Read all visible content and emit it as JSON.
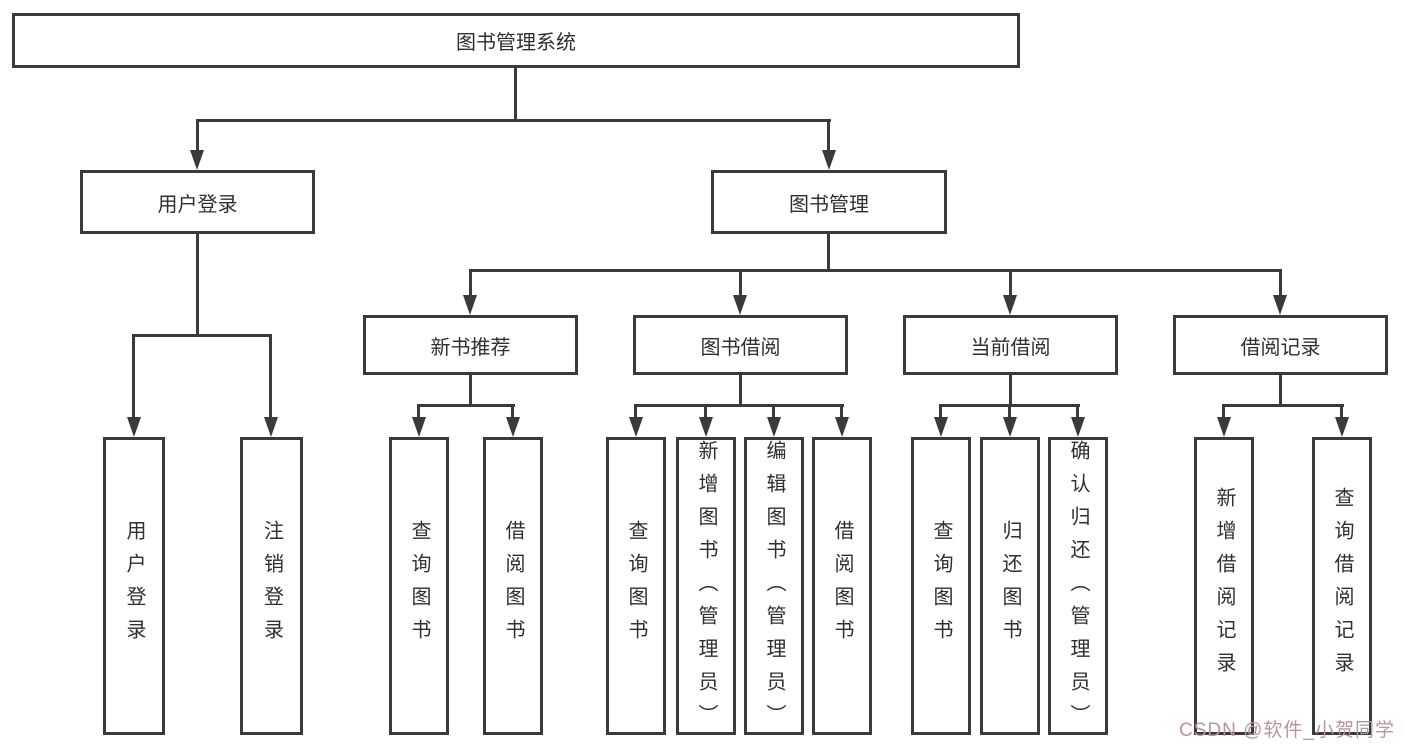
{
  "colors": {
    "line": "#3a3a3a",
    "text": "#2f2f2f",
    "watermark": "#b7969b",
    "background": "#ffffff"
  },
  "tree": {
    "root": {
      "label": "图书管理系统"
    },
    "level2": [
      {
        "label": "用户登录",
        "children": [
          {
            "label": "用户登录"
          },
          {
            "label": "注销登录"
          }
        ]
      },
      {
        "label": "图书管理",
        "children": [
          {
            "label": "新书推荐",
            "children": [
              {
                "label": "查询图书"
              },
              {
                "label": "借阅图书"
              }
            ]
          },
          {
            "label": "图书借阅",
            "children": [
              {
                "label": "查询图书"
              },
              {
                "label": "新增图书（管理员）"
              },
              {
                "label": "编辑图书（管理员）"
              },
              {
                "label": "借阅图书"
              }
            ]
          },
          {
            "label": "当前借阅",
            "children": [
              {
                "label": "查询图书"
              },
              {
                "label": "归还图书"
              },
              {
                "label": "确认归还（管理员）"
              }
            ]
          },
          {
            "label": "借阅记录",
            "children": [
              {
                "label": "新增借阅记录"
              },
              {
                "label": "查询借阅记录"
              }
            ]
          }
        ]
      }
    ]
  },
  "watermark": {
    "text": "CSDN @软件_小贺同学"
  }
}
